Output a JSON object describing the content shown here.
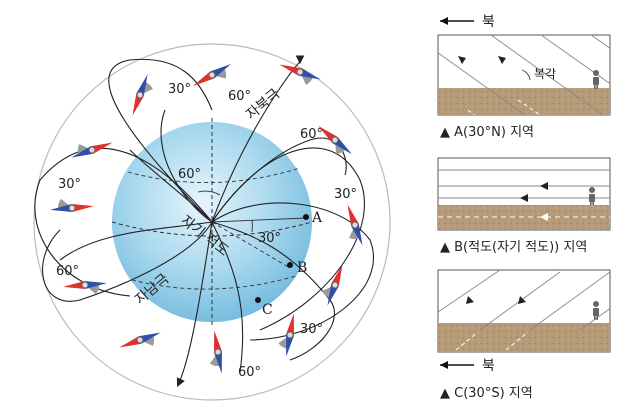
{
  "earth": {
    "north_pole_label": "자북극",
    "south_pole_label": "자남극",
    "equator_label": "자기 적도",
    "point_a": "A",
    "point_b": "B",
    "point_c": "C",
    "angle_30": "30°",
    "angle_60": "60°"
  },
  "compass_angles": {
    "top_left": "30°",
    "top": "60°",
    "top_right": "60°",
    "right_upper": "30°",
    "left_upper": "30°",
    "left_lower": "60°",
    "bottom_right": "30°",
    "bottom": "60°"
  },
  "panels": {
    "north_label_top": "북",
    "north_label_bottom": "북",
    "dip_label": "복각",
    "a_caption": "▲ A(30°N) 지역",
    "b_caption": "▲ B(적도(자기 적도)) 지역",
    "c_caption": "▲ C(30°S) 지역"
  },
  "colors": {
    "sphere": "#a8d8ee",
    "ground": "#b69b78",
    "needle_red": "#e0312e",
    "needle_blue": "#2f4fa8"
  }
}
